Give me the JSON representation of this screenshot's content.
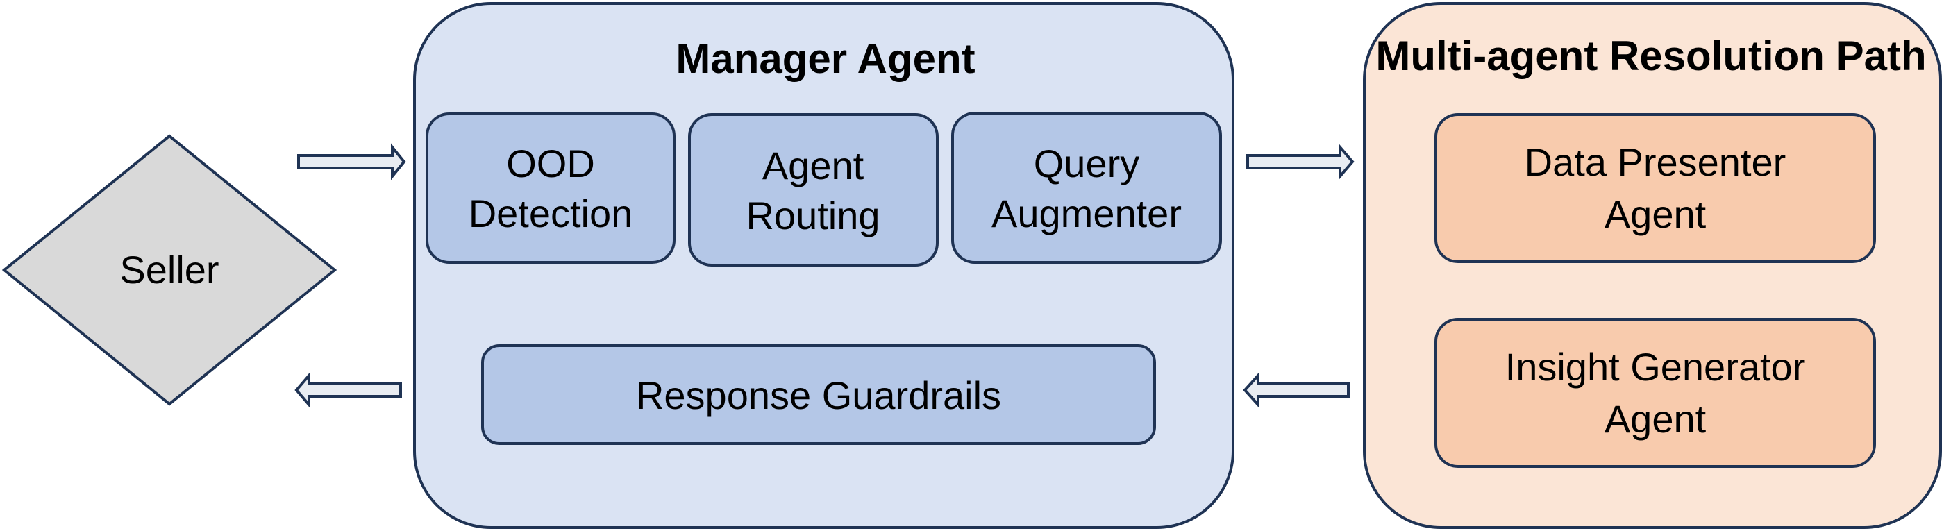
{
  "seller": {
    "label": "Seller"
  },
  "manager": {
    "title": "Manager Agent",
    "ood": [
      "OOD",
      "Detection"
    ],
    "routing": [
      "Agent",
      "Routing"
    ],
    "augmenter": [
      "Query",
      "Augmenter"
    ],
    "guardrails": "Response Guardrails"
  },
  "resolution": {
    "title": "Multi-agent Resolution Path",
    "presenter": [
      "Data Presenter",
      "Agent"
    ],
    "insight": [
      "Insight Generator",
      "Agent"
    ]
  },
  "colors": {
    "stroke": "#1f3354",
    "manager_bg": "#dae3f3",
    "manager_box": "#b4c7e7",
    "resolution_bg": "#fbe5d6",
    "resolution_box": "#f8cbad",
    "seller_fill": "#d9d9d9",
    "arrow_fill": "#e8ecf2"
  }
}
